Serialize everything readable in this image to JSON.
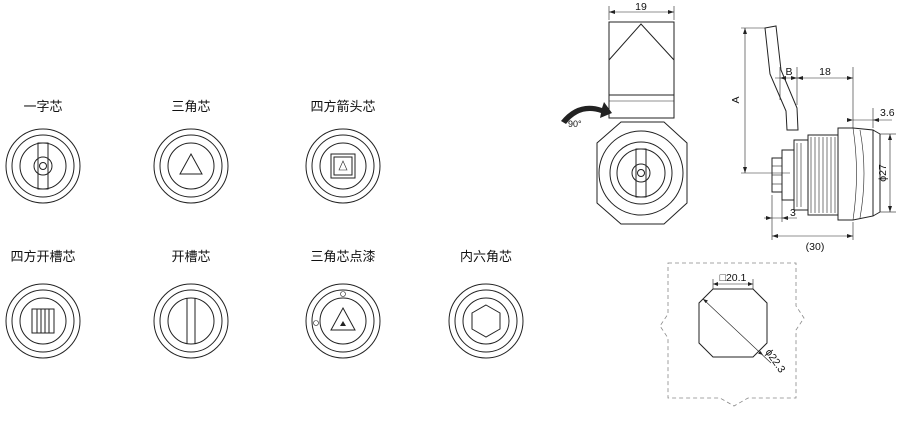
{
  "cores": [
    {
      "label": "一字芯",
      "icon": "single-slot-key-icon"
    },
    {
      "label": "三角芯",
      "icon": "triangle-key-icon"
    },
    {
      "label": "四方箭头芯",
      "icon": "square-arrow-key-icon"
    },
    {
      "label": "四方开槽芯",
      "icon": "square-slotted-key-icon"
    },
    {
      "label": "开槽芯",
      "icon": "slotted-key-icon"
    },
    {
      "label": "三角芯点漆",
      "icon": "triangle-painted-key-icon"
    },
    {
      "label": "内六角芯",
      "icon": "hex-socket-key-icon"
    }
  ],
  "front_view": {
    "width_dim": "19",
    "rotation": "90°"
  },
  "side_view": {
    "dim_a": "A",
    "dim_b": "B",
    "dim_18": "18",
    "dim_3_6": "3.6",
    "dim_phi27": "ϕ27",
    "dim_3": "3",
    "dim_30": "(30)"
  },
  "cutout": {
    "square": "□20.1",
    "diameter": "ϕ22.3"
  }
}
